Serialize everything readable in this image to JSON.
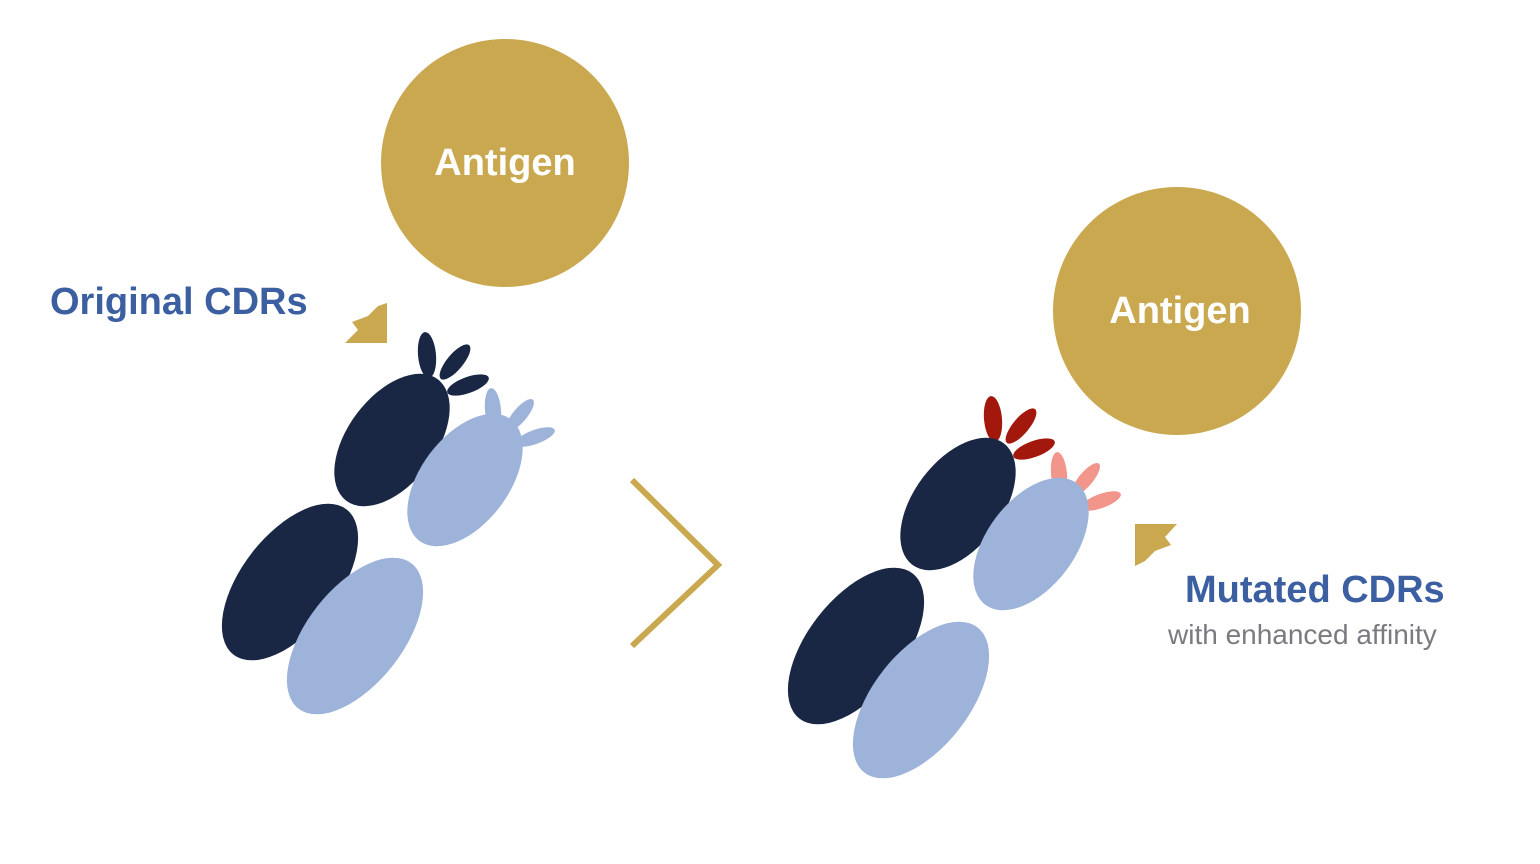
{
  "colors": {
    "antigen": "#C9A84F",
    "heavy_chain": "#1A2744",
    "light_chain": "#9DB3D9",
    "original_cdr_heavy": "#1A2744",
    "original_cdr_light": "#9DB3D9",
    "mutated_cdr_heavy": "#A3180C",
    "mutated_cdr_light": "#F2958A",
    "label_blue": "#3B5FA0",
    "label_gray": "#7A7A80",
    "arrow": "#C9A84F"
  },
  "left": {
    "antigen_label": "Antigen",
    "cdr_label": "Original CDRs"
  },
  "right": {
    "antigen_label": "Antigen",
    "cdr_label": "Mutated CDRs",
    "cdr_sublabel": "with enhanced affinity"
  },
  "icons": {
    "transition": "chevron-right-icon",
    "pointer": "arrow-icon"
  }
}
